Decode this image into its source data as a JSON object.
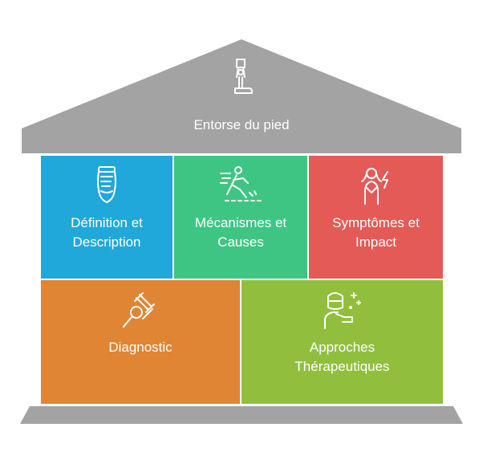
{
  "roof": {
    "title": "Entorse du pied",
    "icon": "prosthetic-leg-icon"
  },
  "colors": {
    "roof": "#a3a3a3",
    "definition": "#20a8da",
    "mecanismes": "#3ec583",
    "symptomes": "#e35a56",
    "diagnostic": "#df8533",
    "approches": "#91bf3d"
  },
  "pillars": [
    {
      "line1": "Définition et",
      "line2": "Description",
      "icon": "foot-icon"
    },
    {
      "line1": "Mécanismes et",
      "line2": "Causes",
      "icon": "falling-person-icon"
    },
    {
      "line1": "Symptômes et",
      "line2": "Impact",
      "icon": "woman-pain-icon"
    }
  ],
  "foundation": [
    {
      "label": "Diagnostic",
      "icon": "reflex-hammer-icon"
    },
    {
      "line1": "Approches",
      "line2": "Thérapeutiques",
      "icon": "healthcare-worker-icon"
    }
  ]
}
